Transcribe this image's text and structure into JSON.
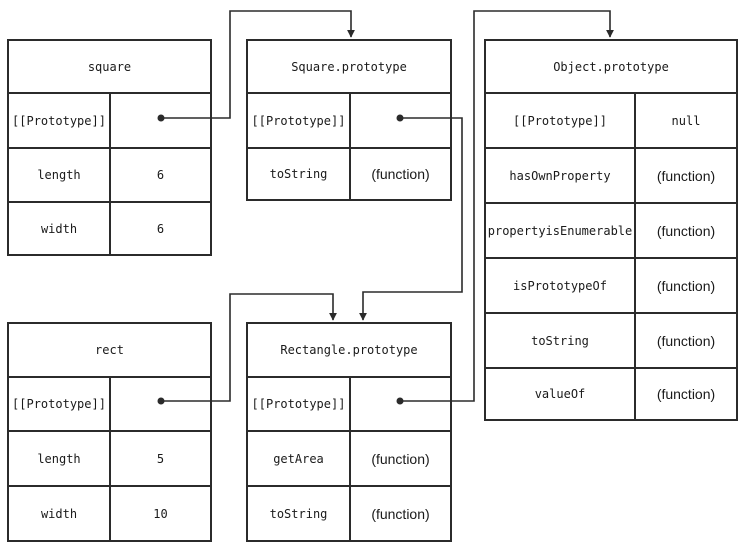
{
  "objects": {
    "square": {
      "title": "square",
      "rows": [
        {
          "key": "[[Prototype]]",
          "value": ""
        },
        {
          "key": "length",
          "value": "6"
        },
        {
          "key": "width",
          "value": "6"
        }
      ]
    },
    "square_prototype": {
      "title": "Square.prototype",
      "rows": [
        {
          "key": "[[Prototype]]",
          "value": ""
        },
        {
          "key": "toString",
          "value": "(function)"
        }
      ]
    },
    "object_prototype": {
      "title": "Object.prototype",
      "rows": [
        {
          "key": "[[Prototype]]",
          "value": "null"
        },
        {
          "key": "hasOwnProperty",
          "value": "(function)"
        },
        {
          "key": "propertyisEnumerable",
          "value": "(function)"
        },
        {
          "key": "isPrototypeOf",
          "value": "(function)"
        },
        {
          "key": "toString",
          "value": "(function)"
        },
        {
          "key": "valueOf",
          "value": "(function)"
        }
      ]
    },
    "rect": {
      "title": "rect",
      "rows": [
        {
          "key": "[[Prototype]]",
          "value": ""
        },
        {
          "key": "length",
          "value": "5"
        },
        {
          "key": "width",
          "value": "10"
        }
      ]
    },
    "rectangle_prototype": {
      "title": "Rectangle.prototype",
      "rows": [
        {
          "key": "[[Prototype]]",
          "value": ""
        },
        {
          "key": "getArea",
          "value": "(function)"
        },
        {
          "key": "toString",
          "value": "(function)"
        }
      ]
    }
  },
  "links": [
    {
      "from": "square",
      "to": "square_prototype"
    },
    {
      "from": "square_prototype",
      "to": "rectangle_prototype"
    },
    {
      "from": "rect",
      "to": "rectangle_prototype"
    },
    {
      "from": "rectangle_prototype",
      "to": "object_prototype"
    }
  ],
  "colors": {
    "line": "#2b2b2b",
    "text": "#1a1a1a",
    "background": "#ffffff"
  }
}
